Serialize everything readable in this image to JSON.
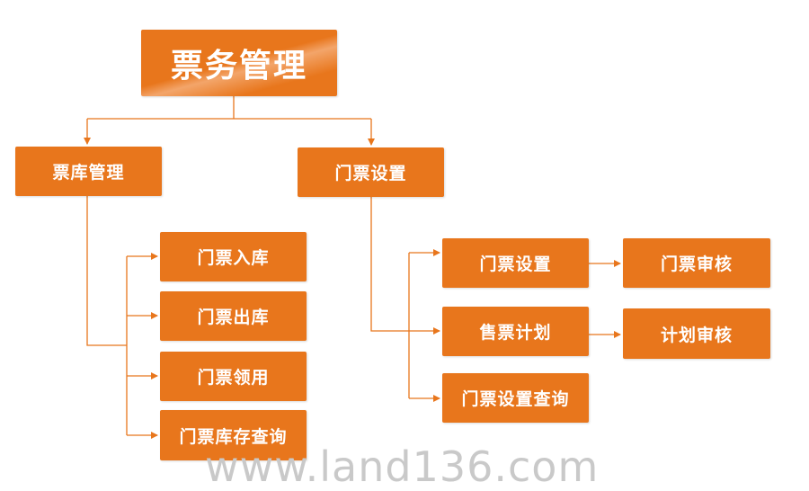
{
  "diagram": {
    "type": "org-tree",
    "accent_color": "#e8761c",
    "root": {
      "label": "票务管理"
    },
    "branches": [
      {
        "label": "票库管理",
        "children": [
          {
            "label": "门票入库"
          },
          {
            "label": "门票出库"
          },
          {
            "label": "门票领用"
          },
          {
            "label": "门票库存查询"
          }
        ]
      },
      {
        "label": "门票设置",
        "children": [
          {
            "label": "门票设置",
            "next": {
              "label": "门票审核"
            }
          },
          {
            "label": "售票计划",
            "next": {
              "label": "计划审核"
            }
          },
          {
            "label": "门票设置查询"
          }
        ]
      }
    ]
  },
  "watermark": "www.land136.com"
}
